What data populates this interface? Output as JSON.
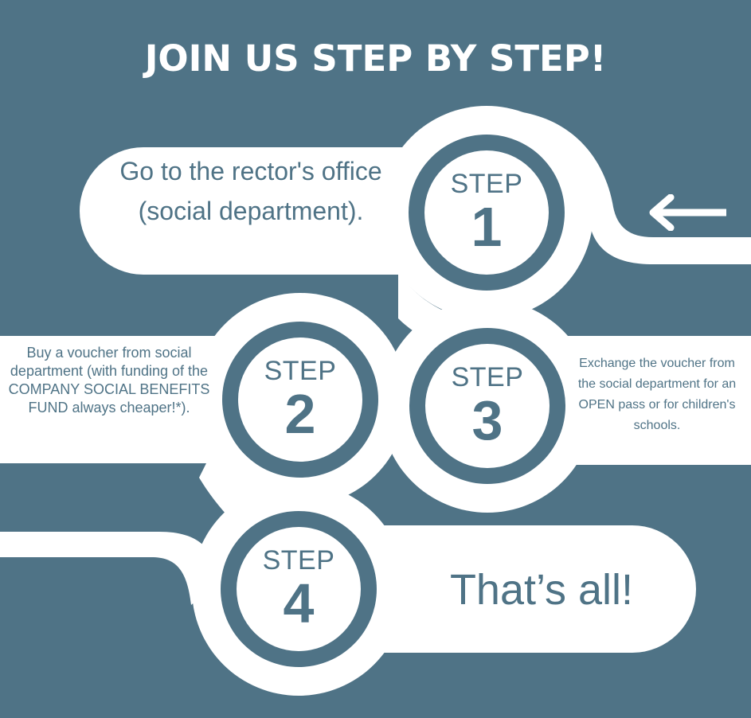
{
  "title": "JOIN US STEP BY STEP!",
  "colors": {
    "background": "#4f7386",
    "road": "#ffffff",
    "text": "#4f7386"
  },
  "steps": [
    {
      "word": "STEP",
      "number": "1",
      "text": "Go to the rector's office (social department)."
    },
    {
      "word": "STEP",
      "number": "2",
      "text": "Buy a voucher from social department (with funding of the COMPANY SOCIAL BENEFITS FUND always cheaper!*)."
    },
    {
      "word": "STEP",
      "number": "3",
      "text": "Exchange the voucher from the social department for an OPEN pass or for children's schools."
    },
    {
      "word": "STEP",
      "number": "4",
      "text": "That’s all!"
    }
  ],
  "icons": {
    "direction": "arrow-left-icon"
  }
}
